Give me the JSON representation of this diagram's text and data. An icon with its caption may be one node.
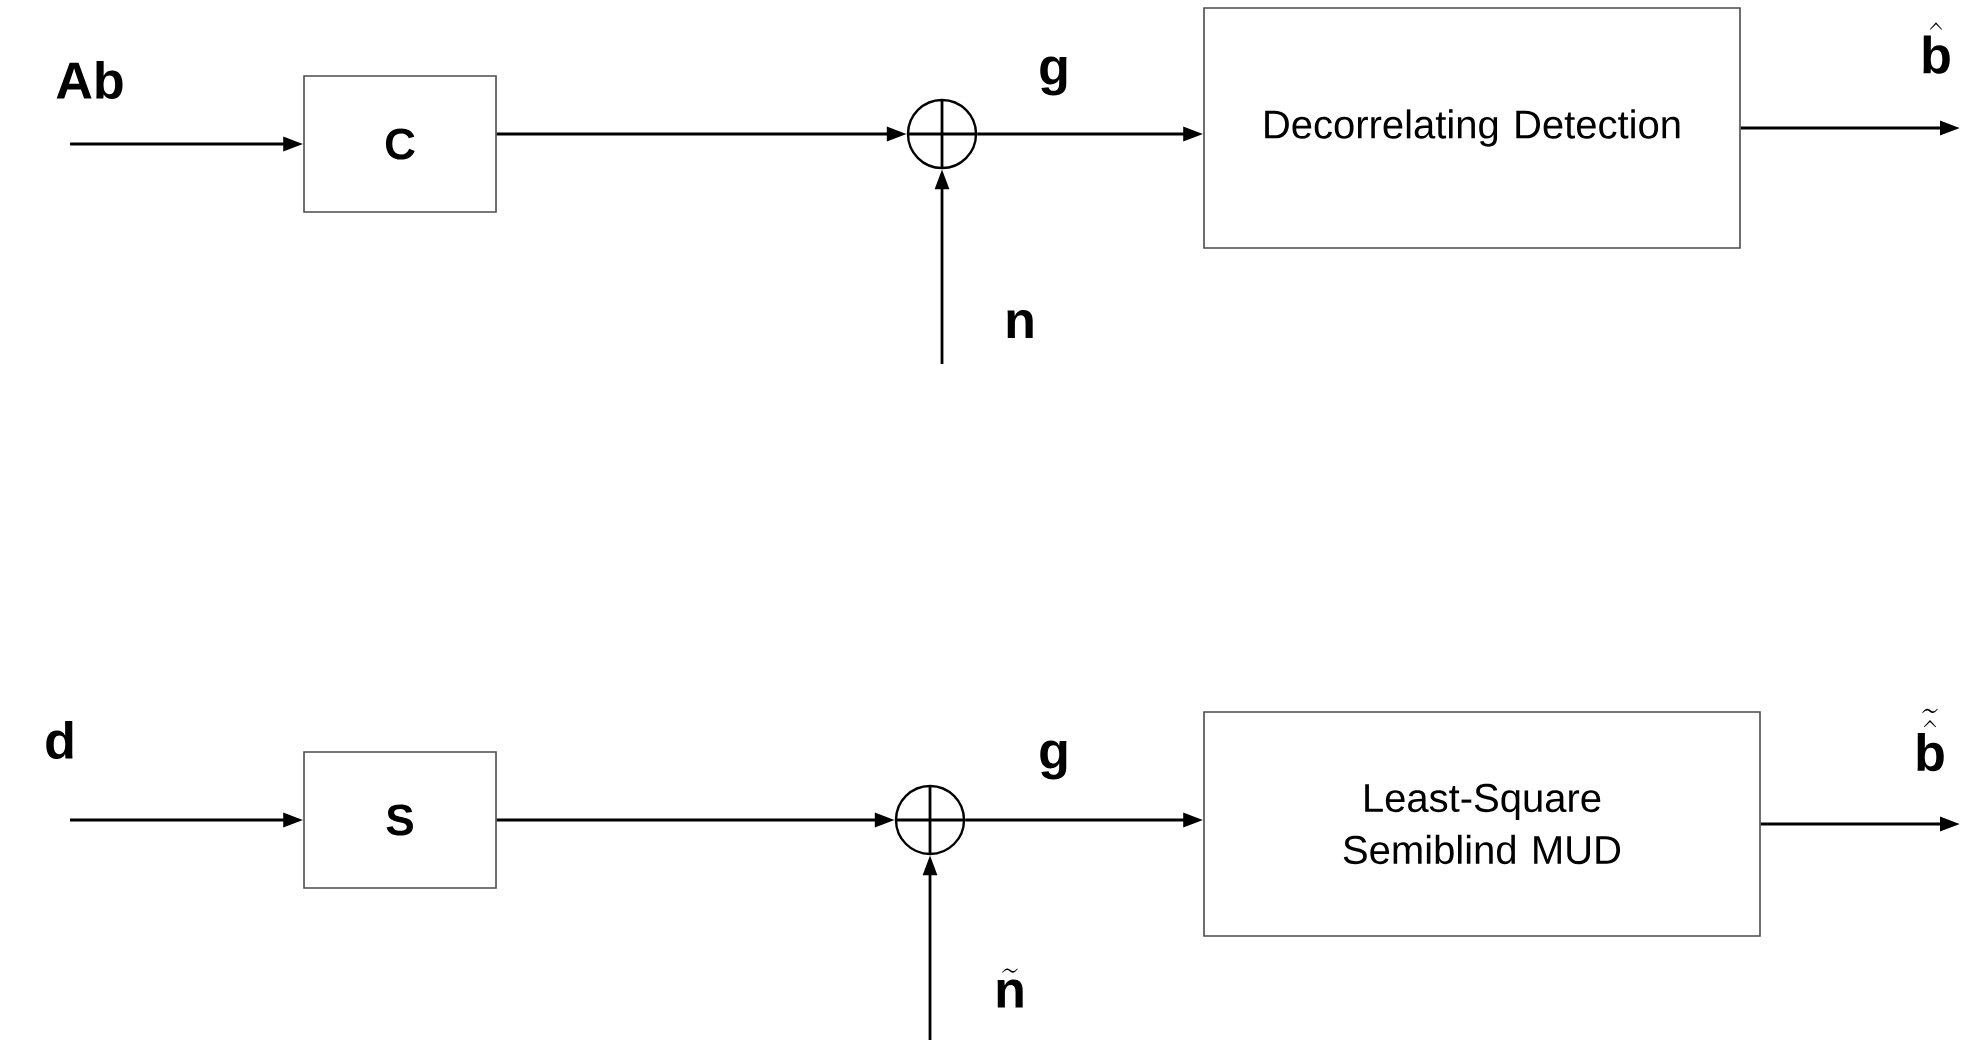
{
  "diagram": {
    "nodes": [
      {
        "text": [
          "C"
        ]
      },
      {
        "text": [],
        "shape": "circle"
      },
      {
        "text": [
          "Decorrelating Detection"
        ]
      },
      {
        "text": [
          "S"
        ]
      },
      {
        "text": [],
        "shape": "circle"
      },
      {
        "text": [
          "Least-Square Semiblind MUD"
        ]
      }
    ],
    "edges": [
      {
        "from": null,
        "to": 0,
        "arrow": "to",
        "label": "\\mathbf{Ab}"
      },
      {
        "from": 0,
        "to": 1,
        "arrow": "to"
      },
      {
        "from": null,
        "to": 1,
        "arrow": "to",
        "label": "\\mathbf{n}"
      },
      {
        "from": 1,
        "to": 2,
        "arrow": "to",
        "label": "\\mathbf{g}"
      },
      {
        "from": 2,
        "to": null,
        "arrow": "to",
        "label": "\\hat{\\mathbf{b}}"
      },
      {
        "from": null,
        "to": 3,
        "arrow": "to",
        "label": "\\mathbf{d}"
      },
      {
        "from": 3,
        "to": 4,
        "arrow": "to"
      },
      {
        "from": null,
        "to": 4,
        "arrow": "to",
        "label": "\\tilde{\\mathbf{n}}"
      },
      {
        "from": 4,
        "to": 5,
        "arrow": "to",
        "label": "\\mathbf{g}"
      },
      {
        "from": 5,
        "to": null,
        "arrow": "to",
        "label": "\\tilde{\\hat{\\mathbf{b}}}"
      }
    ]
  }
}
